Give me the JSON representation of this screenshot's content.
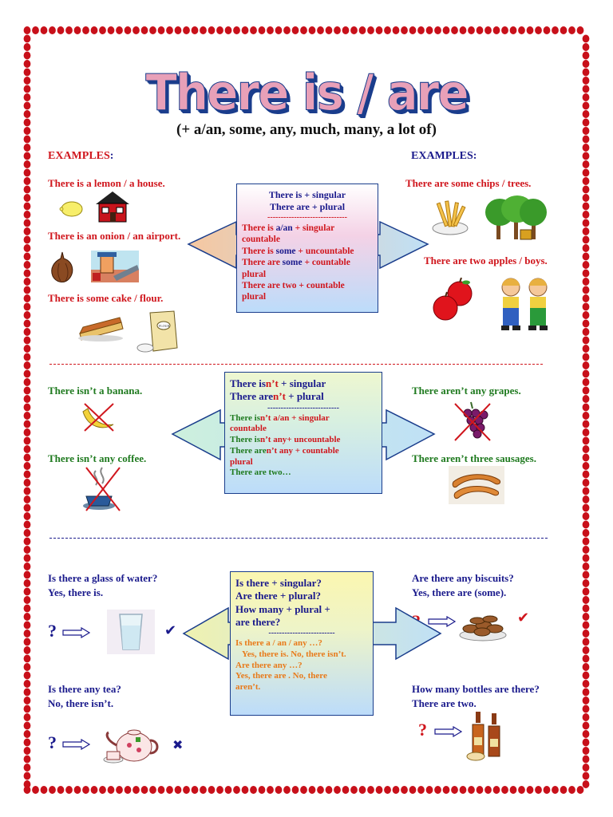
{
  "title": "There is / are",
  "subtitle": "(+ a/an, some, any, much, many, a lot of)",
  "section1": {
    "left_heading": "EXAMPLES",
    "left_heading_colon": ":",
    "right_heading": "EXAMPLES:",
    "left_items": [
      "There is a lemon / a house.",
      "There is an onion / an airport.",
      "There is some cake / flour."
    ],
    "right_items": [
      "There are some chips / trees.",
      "There are two apples / boys."
    ],
    "box": {
      "line1": "There is + singular",
      "line2": "There are + plural",
      "sep": "------------------------------",
      "rule1_a": "There is ",
      "rule1_b": "a/an",
      "rule1_c": " + singular",
      "rule1_d": "countable",
      "rule2_a": "There is ",
      "rule2_b": "some",
      "rule2_c": " + uncountable",
      "rule3_a": "There are ",
      "rule3_b": "some",
      "rule3_c": " + countable",
      "rule3_d": "plural",
      "rule4_a": "There are two + countable",
      "rule4_b": "plural"
    },
    "flour_label": "FLOUR"
  },
  "section2": {
    "left_items": [
      "There isn’t a  banana.",
      "There isn’t any coffee."
    ],
    "right_items": [
      "There aren’t any grapes.",
      "There aren’t three sausages."
    ],
    "box": {
      "l1a": "There is",
      "l1b": "n’t",
      "l1c": " + singular",
      "l2a": "There are",
      "l2b": "n’t",
      "l2c": " + plural",
      "sep": "---------------------------",
      "r1a": "There is",
      "r1b": "n’t a/an",
      "r1c": " + singular",
      "r1d": "countable",
      "r2a": "There is",
      "r2b": "n’t any",
      "r2c": "+ uncountable",
      "r3a": "There are",
      "r3b": "n’t any",
      "r3c": " + countable",
      "r3d": "plural",
      "r4": "There are two…"
    }
  },
  "section3": {
    "left_q1": "Is there a glass of water?",
    "left_a1": "Yes, there is.",
    "left_q2": "Is there any tea?",
    "left_a2": "No, there isn’t.",
    "right_q1": "Are there any biscuits?",
    "right_a1": "Yes, there are (some).",
    "right_q2": "How many bottles are there?",
    "right_a2": "There are two.",
    "qmark": "?",
    "check": "✔",
    "cross": "✖",
    "box": {
      "l1": "Is there + singular?",
      "l2": "Are there + plural?",
      "l3": "How many + plural +",
      "l4": "are there?",
      "sep": "-------------------------",
      "o1": "Is there a / an / any …?",
      "o2": "Yes, there is. No, there isn’t.",
      "o3": "Are there any …?",
      "o4": "Yes, there are . No, there",
      "o5": "aren’t."
    }
  },
  "colors": {
    "red": "#d0161d",
    "navy": "#1a1a8c",
    "green": "#1f7a1f",
    "orange": "#e87a1a",
    "border_dot": "#c8101a"
  }
}
